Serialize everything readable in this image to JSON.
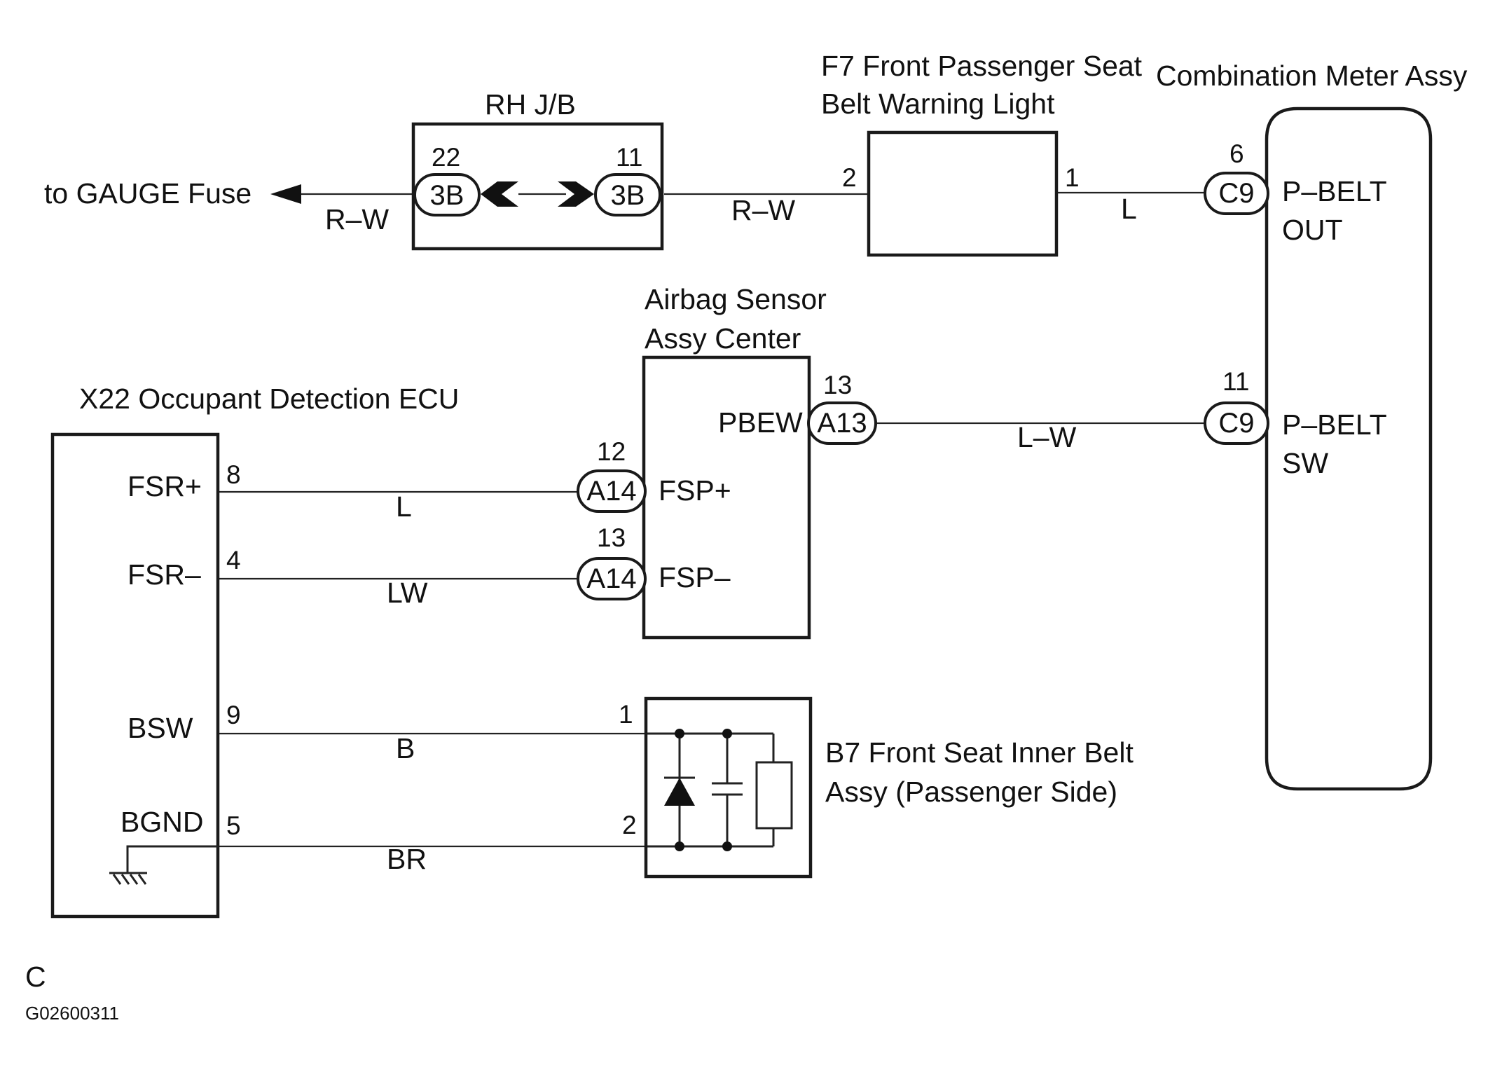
{
  "diagram": {
    "fuse_label": "to GAUGE Fuse",
    "rh_jb": {
      "title": "RH J/B",
      "pin_left": "22",
      "pin_right": "11",
      "conn_left": "3B",
      "conn_right": "3B"
    },
    "warning_light": {
      "title_line1": "F7 Front Passenger Seat",
      "title_line2": "Belt Warning Light",
      "pin_in": "2",
      "pin_out": "1"
    },
    "meter": {
      "title": "Combination Meter Assy",
      "pin_top": "6",
      "conn_top": "C9",
      "label_top_1": "P–BELT",
      "label_top_2": "OUT",
      "pin_bottom": "11",
      "conn_bottom": "C9",
      "label_bottom_1": "P–BELT",
      "label_bottom_2": "SW"
    },
    "airbag": {
      "title_line1": "Airbag Sensor",
      "title_line2": "Assy Center",
      "pbew_label": "PBEW",
      "pbew_pin": "13",
      "pbew_conn": "A13",
      "fsp_plus_pin": "12",
      "fsp_plus_conn": "A14",
      "fsp_plus_label": "FSP+",
      "fsp_minus_pin": "13",
      "fsp_minus_conn": "A14",
      "fsp_minus_label": "FSP–"
    },
    "ecu": {
      "title": "X22 Occupant Detection ECU",
      "fsr_plus": "FSR+",
      "fsr_plus_pin": "8",
      "fsr_minus": "FSR–",
      "fsr_minus_pin": "4",
      "bsw": "BSW",
      "bsw_pin": "9",
      "bgnd": "BGND",
      "bgnd_pin": "5"
    },
    "belt": {
      "title_line1": "B7 Front Seat Inner Belt",
      "title_line2": "Assy (Passenger Side)",
      "pin1": "1",
      "pin2": "2"
    },
    "wires": {
      "rw_left": "R–W",
      "rw_right": "R–W",
      "l_top": "L",
      "lw_pbew": "L–W",
      "l_fsp": "L",
      "lw_fsp": "LW",
      "b": "B",
      "br": "BR"
    },
    "footer": {
      "section": "C",
      "code": "G02600311"
    }
  }
}
